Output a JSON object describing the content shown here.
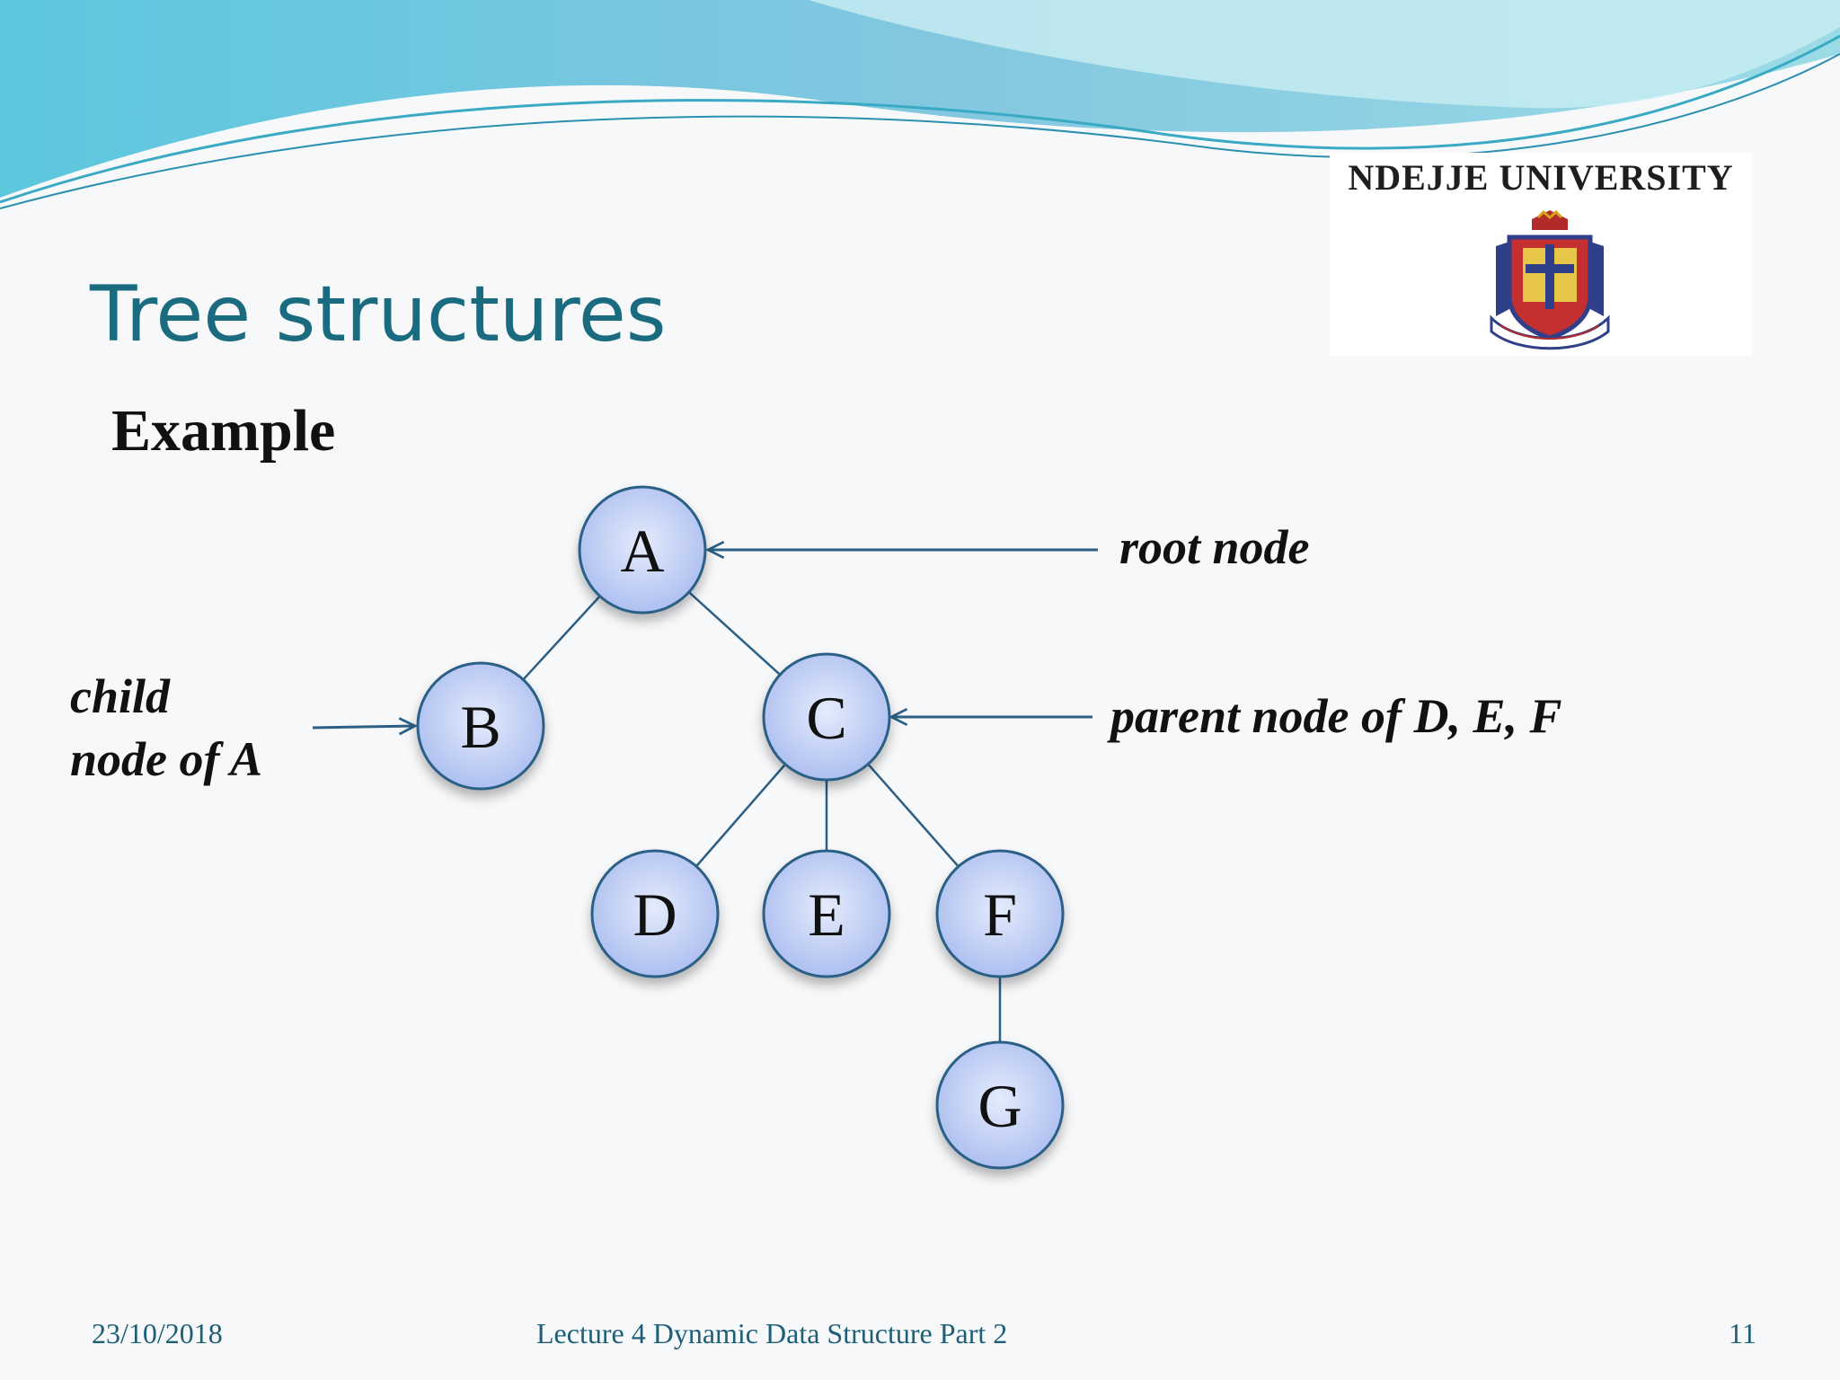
{
  "slide": {
    "title": "Tree structures",
    "subtitle": "Example"
  },
  "logo": {
    "text": "NDEJJE UNIVERSITY",
    "crest_icon": "university-crest-icon"
  },
  "diagram": {
    "nodes": [
      {
        "id": "A",
        "label": "A"
      },
      {
        "id": "B",
        "label": "B"
      },
      {
        "id": "C",
        "label": "C"
      },
      {
        "id": "D",
        "label": "D"
      },
      {
        "id": "E",
        "label": "E"
      },
      {
        "id": "F",
        "label": "F"
      },
      {
        "id": "G",
        "label": "G"
      }
    ],
    "edges": [
      {
        "from": "A",
        "to": "B"
      },
      {
        "from": "A",
        "to": "C"
      },
      {
        "from": "C",
        "to": "D"
      },
      {
        "from": "C",
        "to": "E"
      },
      {
        "from": "C",
        "to": "F"
      },
      {
        "from": "F",
        "to": "G"
      }
    ],
    "annotations": {
      "root": "root node",
      "parent": "parent node of  D, E, F",
      "child_line1": "child",
      "child_line2": "node of A"
    }
  },
  "footer": {
    "date": "23/10/2018",
    "lecture": "Lecture 4 Dynamic Data Structure Part 2",
    "page": "11"
  },
  "colors": {
    "title": "#1b6b80",
    "node_fill": "#c9d6f5",
    "node_stroke": "#2b5f86",
    "edge": "#2b5f86",
    "footer": "#1e5f78",
    "wave": "#6cc4dc"
  }
}
